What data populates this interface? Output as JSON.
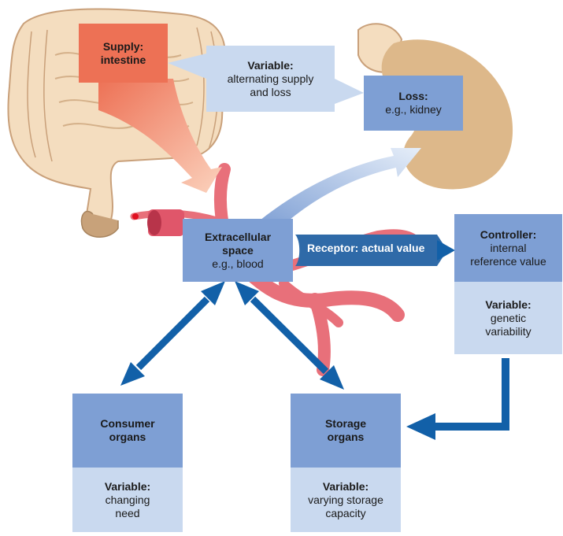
{
  "supply": {
    "title": "Supply:",
    "subtitle": "intestine"
  },
  "variable_top": {
    "title": "Variable:",
    "line1": "alternating supply",
    "line2": "and loss"
  },
  "loss": {
    "title": "Loss:",
    "subtitle": "e.g., kidney"
  },
  "ecs": {
    "line1": "Extracellular",
    "line2": "space",
    "line3": "e.g., blood"
  },
  "receptor": {
    "label": "Receptor: actual value"
  },
  "controller": {
    "title": "Controller:",
    "line1": "internal",
    "line2": "reference value"
  },
  "variable_genetic": {
    "title": "Variable:",
    "line1": "genetic",
    "line2": "variability"
  },
  "consumer": {
    "line1": "Consumer",
    "line2": "organs"
  },
  "variable_consumer": {
    "title": "Variable:",
    "line1": "changing",
    "line2": "need"
  },
  "storage": {
    "line1": "Storage",
    "line2": "organs"
  },
  "variable_storage": {
    "title": "Variable:",
    "line1": "varying storage",
    "line2": "capacity"
  },
  "colors": {
    "box_dark": "#7e9fd4",
    "box_light": "#c9d9ef",
    "supply": "#ed7155",
    "arrow_blue": "#1260a8",
    "vessel": "#e8707a",
    "intestine": "#f4ddbf",
    "kidney": "#ddb88a"
  }
}
